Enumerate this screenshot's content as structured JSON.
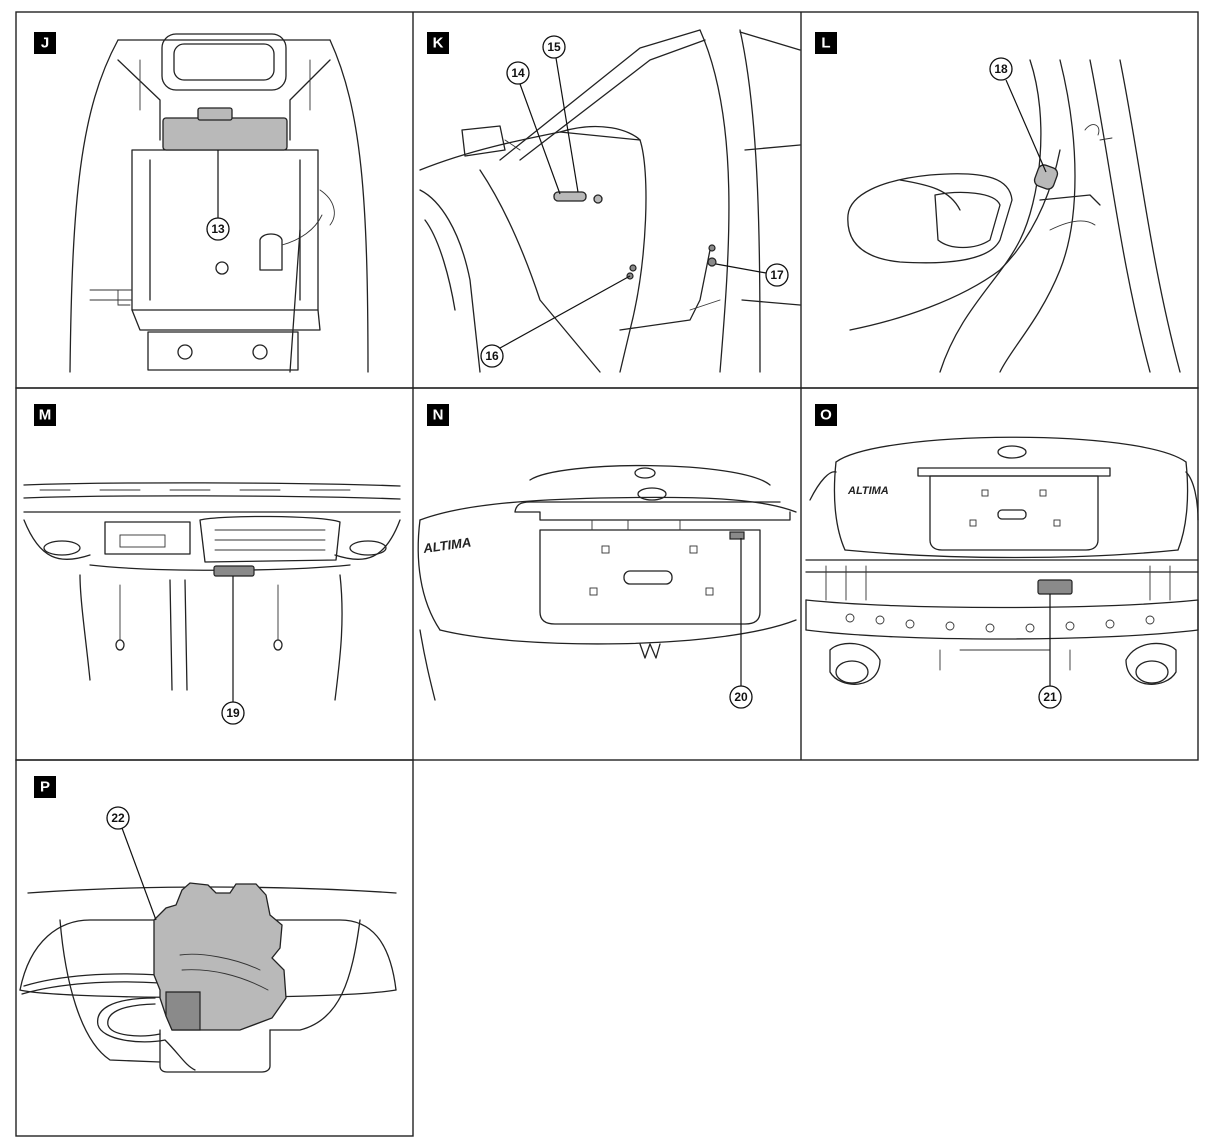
{
  "panels": [
    {
      "id": "J"
    },
    {
      "id": "K"
    },
    {
      "id": "L"
    },
    {
      "id": "M"
    },
    {
      "id": "N"
    },
    {
      "id": "O"
    },
    {
      "id": "P"
    }
  ],
  "callouts": [
    "13",
    "14",
    "15",
    "16",
    "17",
    "18",
    "19",
    "20",
    "21",
    "22"
  ],
  "badges": [
    "ALTIMA",
    "ALTIMA"
  ]
}
